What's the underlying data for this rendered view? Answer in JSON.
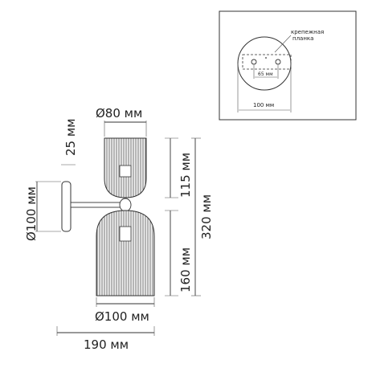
{
  "mounting_plate": {
    "label_line1": "крепежная",
    "label_line2": "планка",
    "inner_width": "65 мм",
    "outer_width": "100 мм"
  },
  "dimensions": {
    "top_shade_diameter": "Ø80 мм",
    "top_offset": "25 мм",
    "base_diameter": "Ø100 мм",
    "top_shade_height": "115 мм",
    "total_height": "320 мм",
    "bottom_shade_height": "160 мм",
    "bottom_shade_diameter": "Ø100 мм",
    "depth": "190 мм"
  }
}
